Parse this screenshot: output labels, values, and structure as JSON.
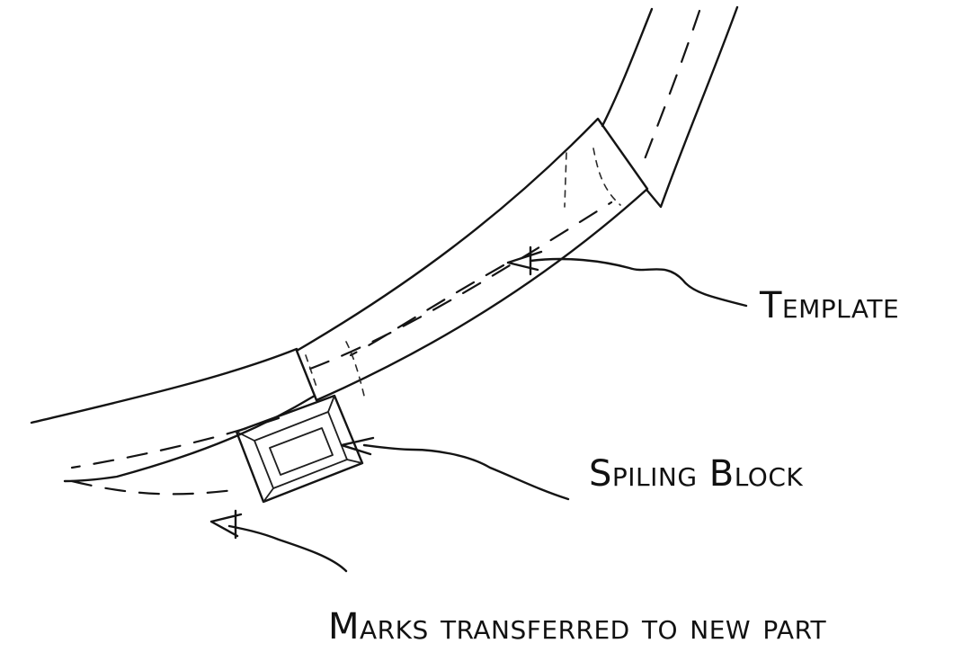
{
  "labels": {
    "template": "Template",
    "spiling_block": "Spiling Block",
    "marks": "Marks transferred to new part"
  }
}
